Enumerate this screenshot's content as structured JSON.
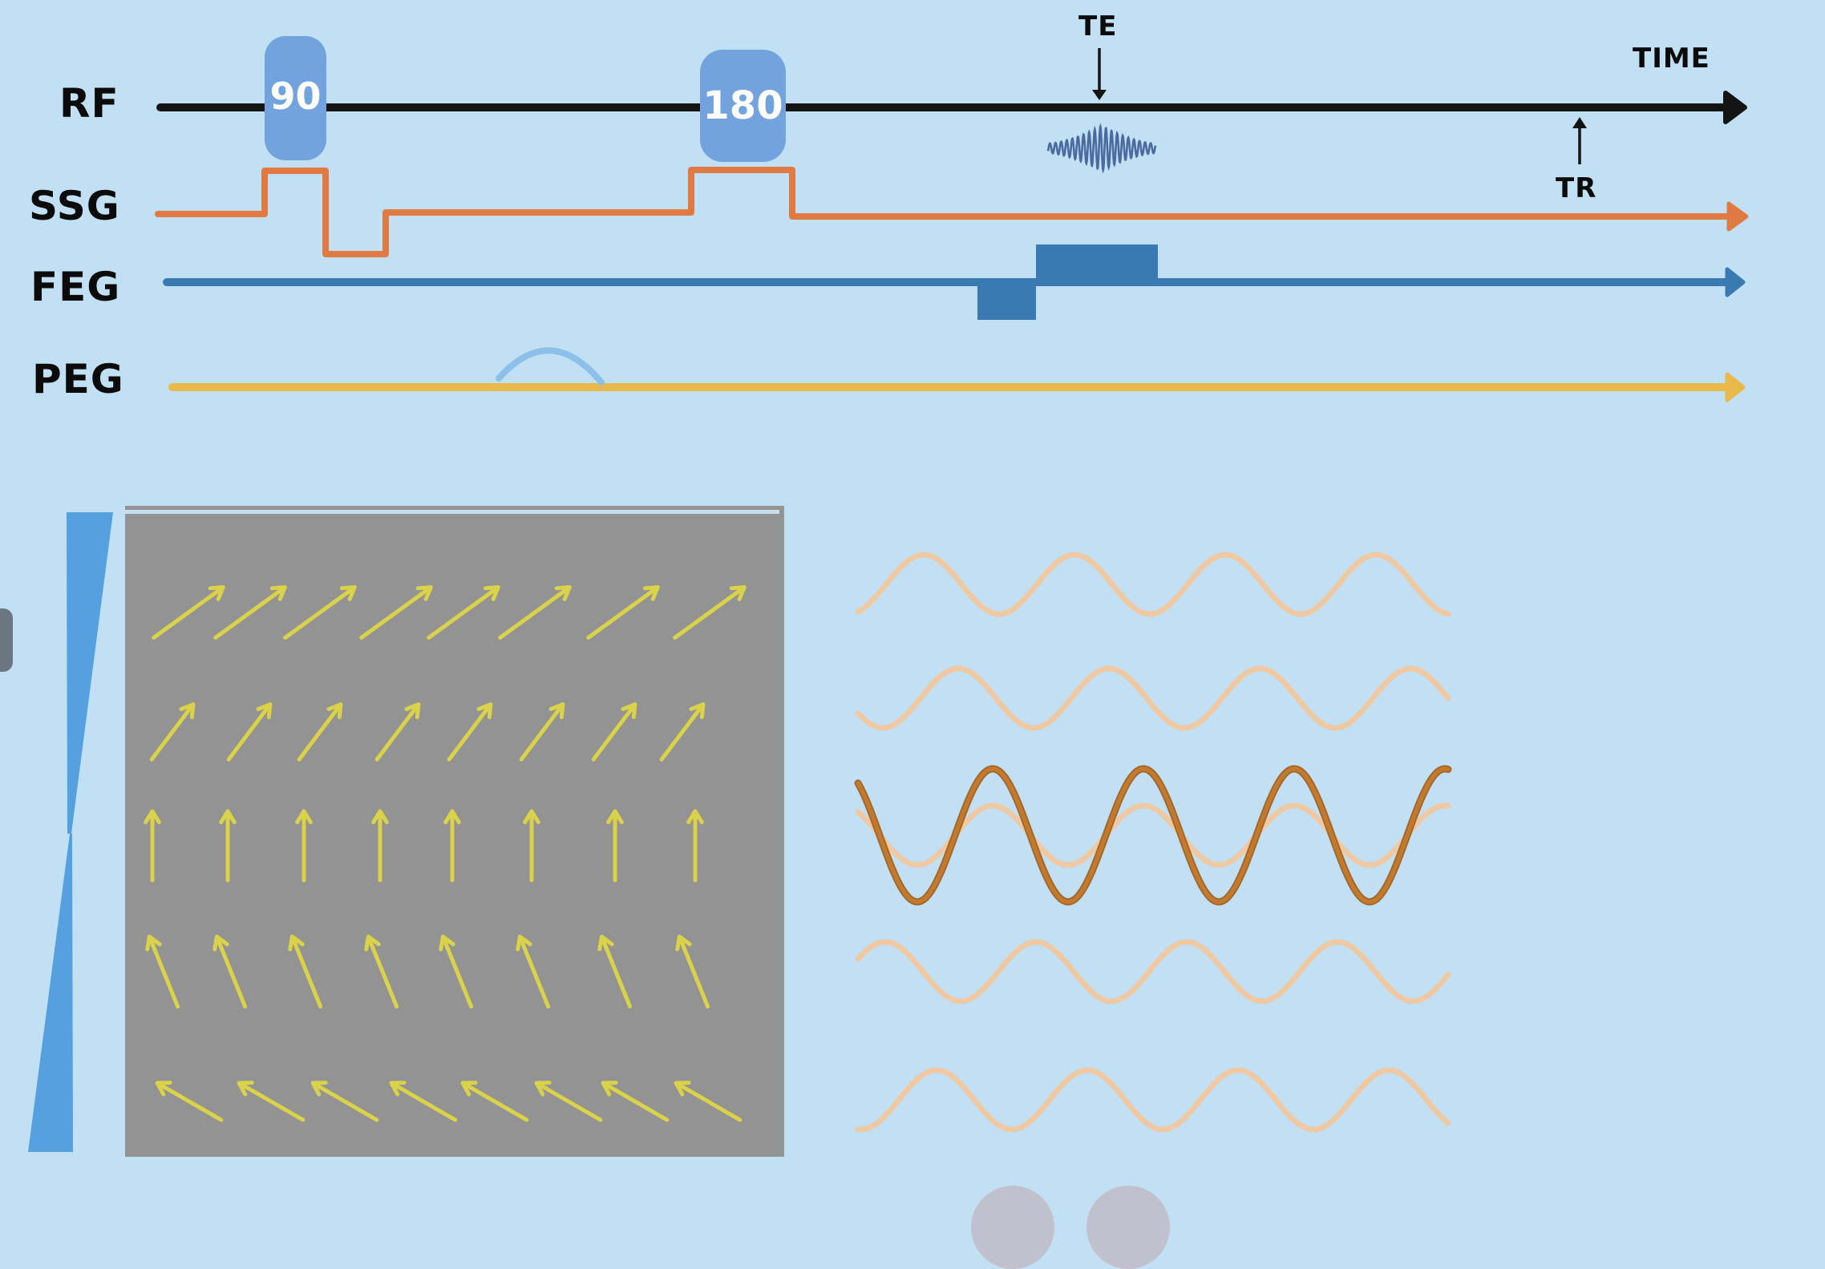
{
  "diagram": {
    "title": "Spin echo pulse sequence with phase encoding",
    "rows": [
      {
        "key": "rf",
        "label": "RF",
        "color": "#141414"
      },
      {
        "key": "ssg",
        "label": "SSG",
        "color": "#e07a42"
      },
      {
        "key": "feg",
        "label": "FEG",
        "color": "#3a7ab3"
      },
      {
        "key": "peg",
        "label": "PEG",
        "color": "#e6b94a"
      }
    ],
    "pulses": [
      {
        "label": "90",
        "color": "#72a3df"
      },
      {
        "label": "180",
        "color": "#72a3df"
      }
    ],
    "annotations": {
      "te": "TE",
      "tr": "TR",
      "time": "TIME"
    },
    "echo_signal": {
      "name": "echo-signal",
      "color": "#4a6aa0"
    },
    "peg_lobe_color": "#8cc0e8",
    "background": "#c2e0f4"
  },
  "spin_panel": {
    "gradient_color": "#55a1e0",
    "panel_color": "#939393",
    "arrow_color": "#d9d24a",
    "rows": [
      {
        "angle_deg": 36,
        "count": 8
      },
      {
        "angle_deg": 53,
        "count": 8
      },
      {
        "angle_deg": 90,
        "count": 8
      },
      {
        "angle_deg": 112,
        "count": 8
      },
      {
        "angle_deg": 150,
        "count": 8
      }
    ]
  },
  "waves": {
    "light_color": "#eec9a3",
    "highlight_color": "#c47a2c",
    "cycles": 4,
    "rows": [
      {
        "phase_deg": 0,
        "highlighted": false
      },
      {
        "phase_deg": 45,
        "highlighted": false
      },
      {
        "phase_deg": 90,
        "highlighted": true
      },
      {
        "phase_deg": 135,
        "highlighted": false
      },
      {
        "phase_deg": 180,
        "highlighted": false
      }
    ]
  }
}
